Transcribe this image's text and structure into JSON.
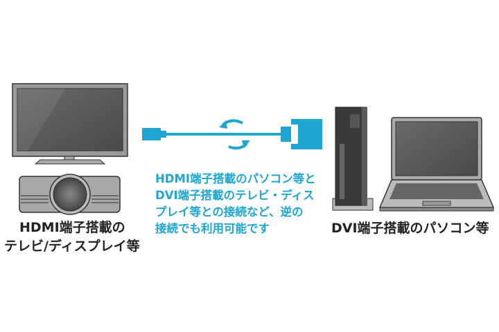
{
  "left_label": [
    "HDMI端子搭載の",
    "テレビ/ディスプレイ等"
  ],
  "right_label": "DVI端子搭載のパソコン等",
  "note": [
    "HDMI端子搭載のパソコン等と",
    "DVI端子搭載のテレビ・ディス",
    "プレイ等との接続など、逆の",
    "接続でも利用可能です"
  ],
  "colors": {
    "accent": "#1ea6d3",
    "device": "#555555"
  }
}
